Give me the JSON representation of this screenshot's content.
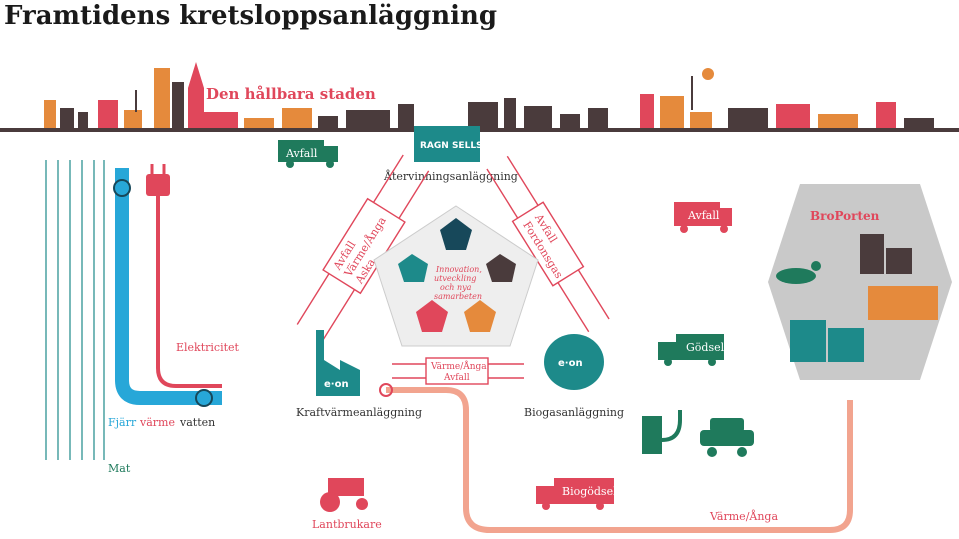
{
  "title": "Framtidens kretsloppsanläggning",
  "city_label": "Den hållbara staden",
  "ragnsells_logo": "RAGN SELLS",
  "truck_avfall_top": "Avfall",
  "recycling_plant": "Återvinningsanläggning",
  "arrow_left": {
    "line1": "Avfall",
    "line2": "Värme/Ånga",
    "line3": "Aska"
  },
  "arrow_right": {
    "line1": "Avfall",
    "line2": "Fordonsgas"
  },
  "center_text": {
    "l1": "Innovation,",
    "l2": "utveckling",
    "l3": "och nya",
    "l4": "samarbeten"
  },
  "truck_avfall_right": "Avfall",
  "broporten": "BroPorten",
  "electricity": "Elektricitet",
  "district_heating_prefix": "Fjärr",
  "district_heating_mid": "värme",
  "district_heating_suffix": "vatten",
  "chp_plant": "Kraftvärmeanläggning",
  "eon_logo": "e·on",
  "middle_arrow": {
    "line1": "Värme/Ånga",
    "line2": "Avfall"
  },
  "biogas_plant": "Biogasanläggning",
  "manure_truck": "Gödsel",
  "food": "Mat",
  "farmer": "Lantbrukare",
  "biomanure_truck": "Biogödsel",
  "heat_steam": "Värme/Ånga",
  "colors": {
    "red": "#e0475b",
    "orange": "#e58a3c",
    "dark": "#4a3b3c",
    "green": "#1f7a5c",
    "teal": "#1d8a8a",
    "navy": "#17485a",
    "blue": "#27a7d8",
    "pipe": "#f2a48f"
  }
}
